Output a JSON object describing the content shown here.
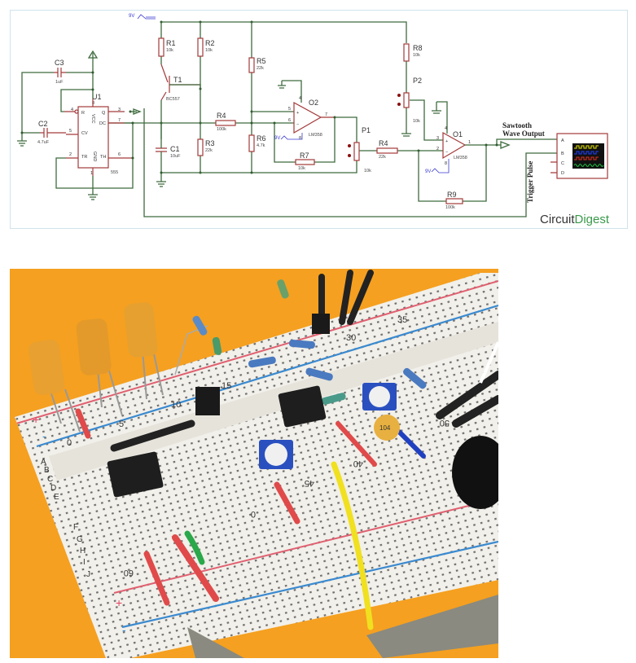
{
  "schematic": {
    "supply_label": "9V",
    "u1": {
      "name": "U1",
      "part": "555",
      "pins": {
        "r": "R",
        "vcc": "VCC",
        "q": "Q",
        "dc": "DC",
        "cv": "CV",
        "tr": "TR",
        "gnd": "GND",
        "th": "TH"
      },
      "pin_numbers": {
        "p4": "4",
        "p8": "8",
        "p3": "3",
        "p7": "7",
        "p5": "5",
        "p2": "2",
        "p1": "1",
        "p6": "6"
      }
    },
    "c3": {
      "name": "C3",
      "value": "1uF"
    },
    "c2": {
      "name": "C2",
      "value": "4.7uF"
    },
    "c1": {
      "name": "C1",
      "value": "10uF"
    },
    "r1": {
      "name": "R1",
      "value": "10k"
    },
    "r2": {
      "name": "R2",
      "value": "10k"
    },
    "r3": {
      "name": "R3",
      "value": "22k"
    },
    "r4a": {
      "name": "R4",
      "value": "100k"
    },
    "r5": {
      "name": "R5",
      "value": "22k"
    },
    "r6": {
      "name": "R6",
      "value": "4.7k"
    },
    "r7": {
      "name": "R7",
      "value": "10k"
    },
    "t1": {
      "name": "T1",
      "part": "BC557"
    },
    "o2": {
      "name": "O2",
      "part": "LM358",
      "pins": {
        "p4": "4",
        "p5": "5",
        "p6": "6",
        "p7": "7",
        "p8": "8"
      }
    },
    "p1": {
      "name": "P1",
      "value": "10k"
    },
    "r4b": {
      "name": "R4",
      "value": "22k"
    },
    "r8": {
      "name": "R8",
      "value": "10k"
    },
    "p2": {
      "name": "P2",
      "value": "10k"
    },
    "o1": {
      "name": "O1",
      "part": "LM358",
      "pins": {
        "p4": "4",
        "p3": "3",
        "p2": "2",
        "p1": "1",
        "p8": "8"
      }
    },
    "r9": {
      "name": "R9",
      "value": "100k"
    },
    "output_label_line1": "Sawtooth",
    "output_label_line2": "Wave Output",
    "trigger_label": "Trigger Pulse",
    "scope_channels": [
      "A",
      "B",
      "C",
      "D"
    ],
    "scope_trace_colors": [
      "#e6e600",
      "#2040ff",
      "#e03020",
      "#20c040"
    ],
    "logo": {
      "part1": "Circuit",
      "part2": "Digest",
      "color1": "#333333",
      "color2": "#3a9a4a"
    }
  },
  "photo": {
    "background_color": "#f5a020",
    "board_numbers": [
      "0",
      "5",
      "10",
      "15",
      "30",
      "35",
      "40",
      "45",
      "50",
      "60",
      "0"
    ],
    "row_letters_top": [
      "A",
      "B",
      "C",
      "D",
      "E"
    ],
    "row_letters_bottom": [
      "F",
      "G",
      "H",
      "I",
      "J"
    ],
    "rail_signs": {
      "plus": "+",
      "minus": "-"
    },
    "ceramic_cap_marking": "104"
  }
}
